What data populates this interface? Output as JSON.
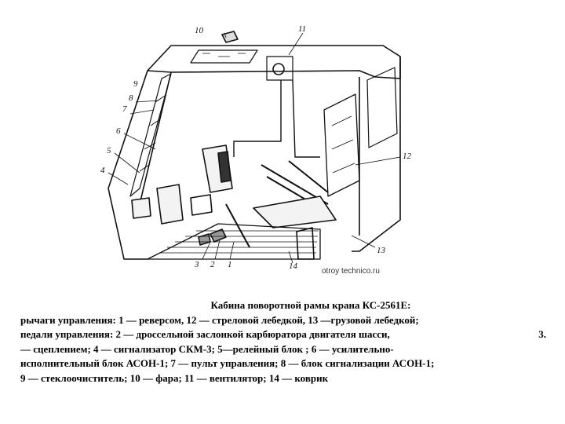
{
  "figure": {
    "watermark": "otroy technico.ru",
    "labels": [
      "1",
      "2",
      "3",
      "4",
      "5",
      "6",
      "7",
      "8",
      "9",
      "10",
      "11",
      "12",
      "13",
      "14"
    ]
  },
  "caption": {
    "title": "Кабина поворотной рамы крана КС-2561Е:",
    "line1": "рычаги управления: 1 — реверсом, 12 — стреловой лебедкой, 13 —грузовой лебедкой;",
    "line2_left": "педали управления: 2 — дроссельной заслонкой карбюратора двигателя шасси,",
    "line2_right": "3.",
    "line3": "— сцеплением; 4 — сигнализатор СКМ-3;    5—релейный блок ; 6 — усилительно-",
    "line4": "исполнительный блок АСОН-1; 7 — пульт управления; 8 — блок сигнализации АСОН-1;",
    "line5": "9 — стеклоочиститель; 10 — фара; 11 — вентилятор; 14 — коврик"
  }
}
